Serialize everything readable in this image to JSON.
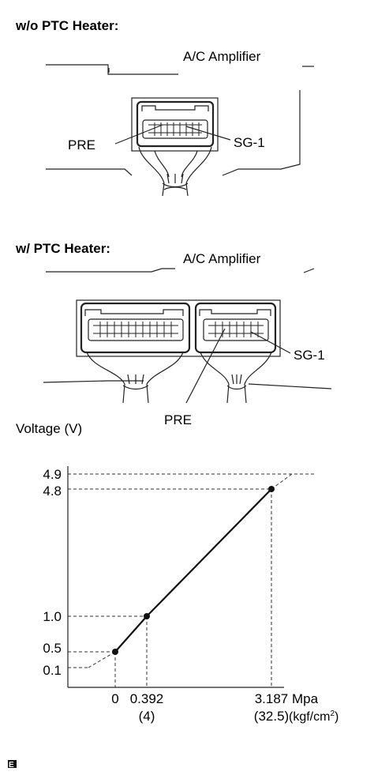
{
  "section_wo": {
    "heading": "w/o PTC Heater:",
    "amplifier_label": "A/C Amplifier",
    "pin_pre": "PRE",
    "pin_sg1": "SG-1"
  },
  "section_w": {
    "heading": "w/ PTC Heater:",
    "amplifier_label": "A/C Amplifier",
    "pin_pre": "PRE",
    "pin_sg1": "SG-1"
  },
  "chart_data": {
    "type": "line",
    "ylabel": "Voltage (V)",
    "xlabel_1": "Mpa",
    "xlabel_2": "(kgf/cm",
    "xlabel_2_sup": "2",
    "xlabel_2_end": ")",
    "y_ticks": [
      "4.9",
      "4.8",
      "1.0",
      "0.5",
      "0.1"
    ],
    "x_ticks": [
      {
        "value": "0",
        "sub": ""
      },
      {
        "value": "0.392",
        "sub": "(4)"
      },
      {
        "value": "3.187",
        "sub": "(32.5)"
      }
    ],
    "points": [
      {
        "x": 0,
        "y": 0.5
      },
      {
        "x": 0.392,
        "y": 1.0
      },
      {
        "x": 3.187,
        "y": 4.8
      }
    ],
    "extension_low": {
      "from": {
        "x": -0.2,
        "y": 0.1
      },
      "to": {
        "x": 0,
        "y": 0.5
      }
    },
    "extension_high": {
      "from": {
        "x": 3.187,
        "y": 4.8
      },
      "to": {
        "x": 3.35,
        "y": 4.9
      }
    }
  },
  "footer_mark": "E"
}
